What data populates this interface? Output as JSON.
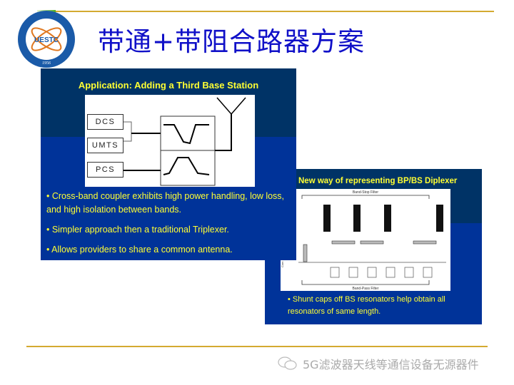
{
  "slide": {
    "title": "带通+带阻合路器方案",
    "logo_text": "UESTC",
    "logo_year": "1956"
  },
  "panel_back": {
    "title": "New way of representing BP/BS Diplexer",
    "diagram_labels": {
      "top": "Band-Stop Filter",
      "bottom": "Band-Pass Filter",
      "side": "Com"
    },
    "bullet": "• Shunt caps off BS resonators help obtain all resonators of same length."
  },
  "panel_front": {
    "title": "Application: Adding a Third Base Station",
    "diagram_labels": [
      "DCS",
      "UMTS",
      "PCS"
    ],
    "bullets": [
      "• Cross-band coupler exhibits high power handling, low loss, and  high isolation between bands.",
      "• Simpler approach then a traditional Triplexer.",
      "• Allows providers to share a common antenna."
    ]
  },
  "watermark": {
    "text": "5G滤波器天线等通信设备无源器件",
    "icon": "wechat-icon"
  },
  "colors": {
    "title": "#1010c8",
    "panel_dark": "#003366",
    "panel_blue": "#003399",
    "text_yellow": "#ffff33",
    "rule": "#d4aa30"
  }
}
